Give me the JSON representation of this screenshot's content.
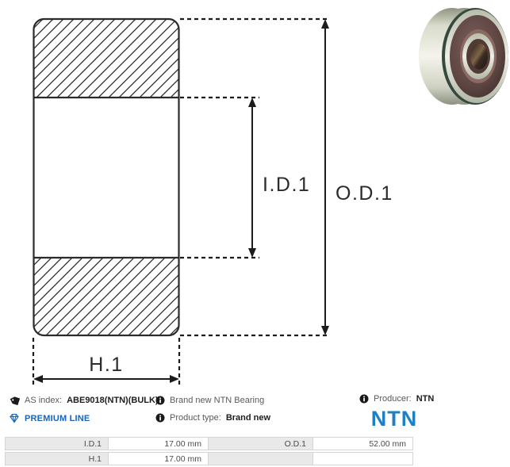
{
  "colors": {
    "line": "#2b2b2b",
    "premium_blue": "#1565c0",
    "ntn_blue": "#1e7fc2",
    "table_label_bg": "#e9e9e9",
    "table_border": "#d4d4d4",
    "text_gray": "#58595b",
    "text_bold": "#1d1d1f"
  },
  "diagram": {
    "labels": {
      "inner_diameter": "I.D.1",
      "outer_diameter": "O.D.1",
      "height": "H.1"
    },
    "icons": [
      "hatched-bearing-cross-section",
      "dimension-arrows",
      "dashed-extension-lines"
    ]
  },
  "photo": {
    "description": "NTN sealed ball bearing product photo"
  },
  "info": {
    "as_index_label": "AS index:",
    "as_index_value": "ABE9018(NTN)(BULK)",
    "premium_line": "PREMIUM LINE",
    "brand_new_text": "Brand new NTN Bearing",
    "product_type_label": "Product type:",
    "product_type_value": "Brand new",
    "producer_label": "Producer:",
    "producer_value": "NTN",
    "logo_text": "NTN"
  },
  "spec_table": {
    "rows": [
      {
        "label1": "I.D.1",
        "value1": "17.00 mm",
        "label2": "O.D.1",
        "value2": "52.00 mm"
      },
      {
        "label1": "H.1",
        "value1": "17.00 mm",
        "label2": "",
        "value2": ""
      }
    ]
  }
}
